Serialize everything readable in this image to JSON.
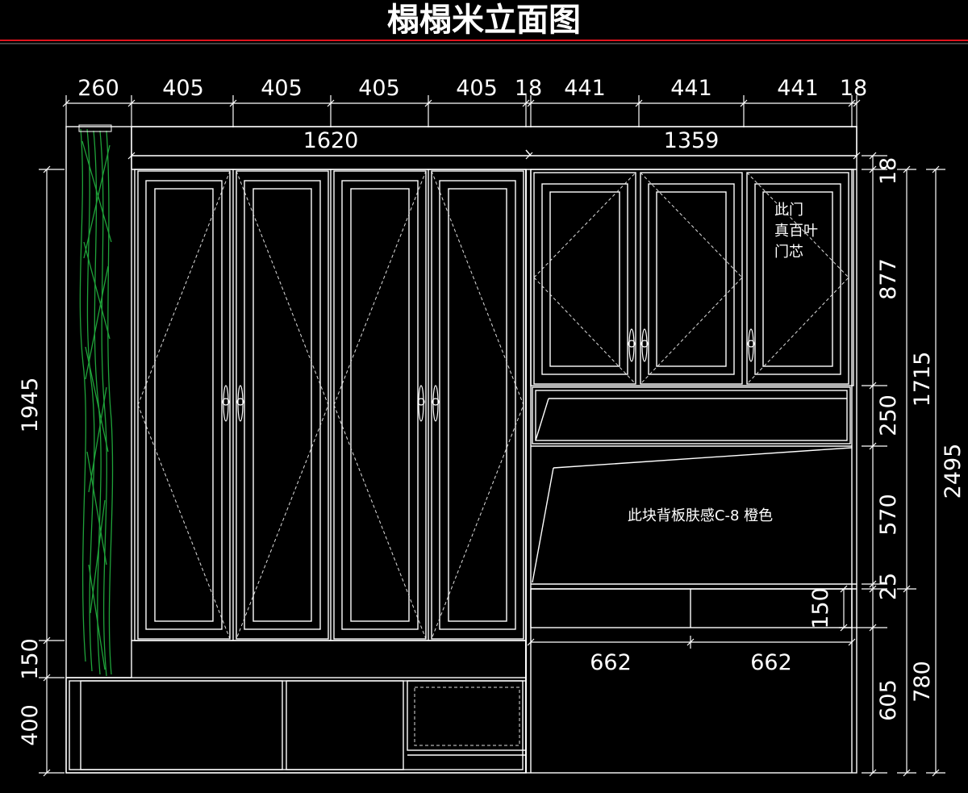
{
  "title": "榻榻米立面图",
  "top_dims": {
    "d1": "260",
    "d2": "405",
    "d3": "405",
    "d4": "405",
    "d5": "405",
    "d6": "18",
    "d7": "441",
    "d8": "441",
    "d9": "441",
    "d10": "18"
  },
  "span_dims": {
    "left": "1620",
    "right": "1359"
  },
  "right_dims_inner": {
    "r1": "18",
    "r2": "877",
    "r3": "250",
    "r4": "570",
    "r5": "25",
    "r6": "150",
    "r7": "605"
  },
  "right_dims_outer": {
    "o1": "1715",
    "o2": "2495",
    "o3": "780"
  },
  "left_dims": {
    "l1": "1945",
    "l2": "150",
    "l3": "400"
  },
  "drawer_dims": {
    "w1": "662",
    "w2": "662"
  },
  "notes": {
    "door_note_line1": "此门",
    "door_note_line2": "真百叶",
    "door_note_line3": "门芯",
    "backboard_note": "此块背板肤感C-8 橙色"
  },
  "colors": {
    "background": "#000000",
    "lines": "#ffffff",
    "title_rule": "#e0141e",
    "curtain": "#1fa33a"
  }
}
